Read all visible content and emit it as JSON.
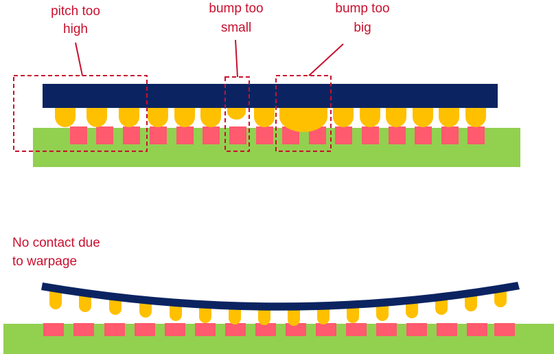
{
  "labels": {
    "pitch_line1": "pitch too",
    "pitch_line2": "high",
    "small_line1": "bump too",
    "small_line2": "small",
    "big_line1": "bump too",
    "big_line2": "big",
    "warp_line1": "No contact due",
    "warp_line2": "to warpage"
  },
  "colors": {
    "chip": "#0b2461",
    "substrate": "#92d050",
    "pad": "#ff5a6e",
    "bump": "#ffc000",
    "annotation": "#c8102e"
  }
}
